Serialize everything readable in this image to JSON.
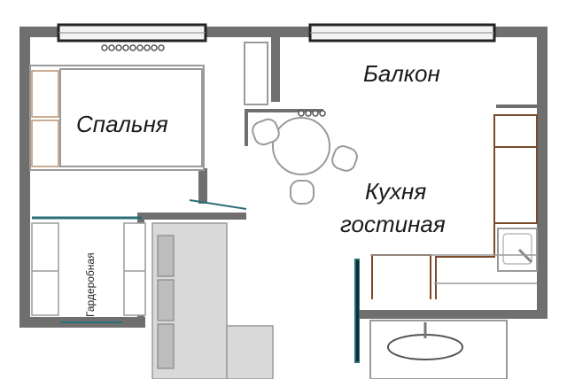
{
  "labels": {
    "bedroom": "Спальня",
    "balcony": "Балкон",
    "kitchen_line1": "Кухня",
    "kitchen_line2": "гостиная",
    "wardrobe": "Гардеробная"
  },
  "colors": {
    "wall": "#6f6f6f",
    "furniture_stroke": "#9a9a9a",
    "cabinet_brown": "#7a4a2a",
    "window_teal": "#2a6f78",
    "window_fill": "#f2f2f2",
    "sofa_fill": "#d9d9d9"
  }
}
